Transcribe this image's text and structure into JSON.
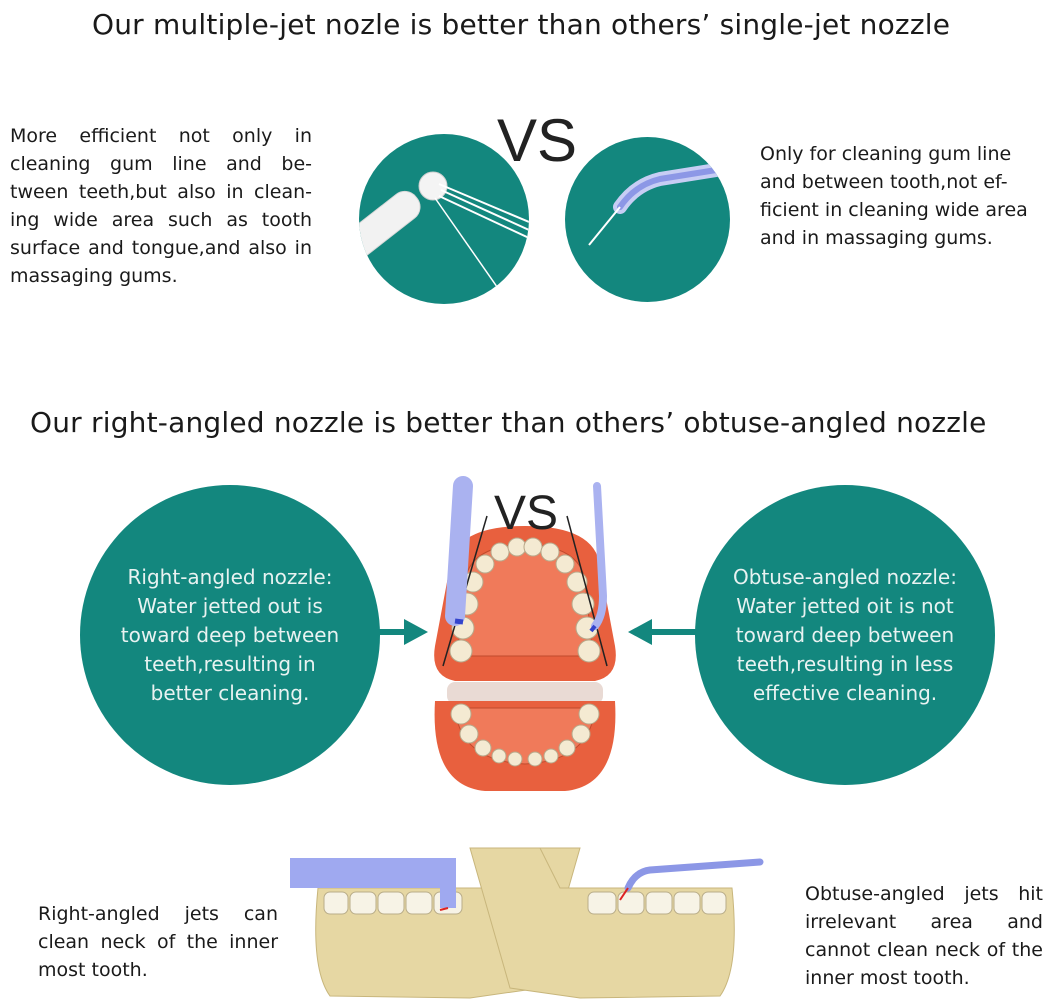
{
  "section1": {
    "heading": "Our multiple-jet nozle is better than others’  single-jet nozzle",
    "left_text": "More efficient not only in cleaning gum line and be-tween teeth,but also in clean-ing wide area such as tooth surface and tongue,and also in massaging gums.",
    "right_text": "Only for cleaning gum line and between tooth,not ef-ficient in cleaning wide area and in massaging gums.",
    "vs_label": "VS"
  },
  "section2": {
    "heading": "Our right-angled nozzle is better than others’  obtuse-angled nozzle",
    "left_circle_text": "Right-angled nozzle: Water jetted out is toward deep between teeth,resulting in better cleaning.",
    "right_circle_text": "Obtuse-angled nozzle: Water jetted oit is not toward deep between teeth,resulting in less effective cleaning.",
    "vs_label": "VS"
  },
  "section3": {
    "left_text": "Right-angled jets can clean neck of the inner most tooth.",
    "right_text": "Obtuse-angled jets hit irrelevant area and cannot clean neck of the inner most tooth."
  },
  "colors": {
    "teal": "#13877e",
    "gum": "#e8603e",
    "nozzle": "#8c97e6"
  }
}
